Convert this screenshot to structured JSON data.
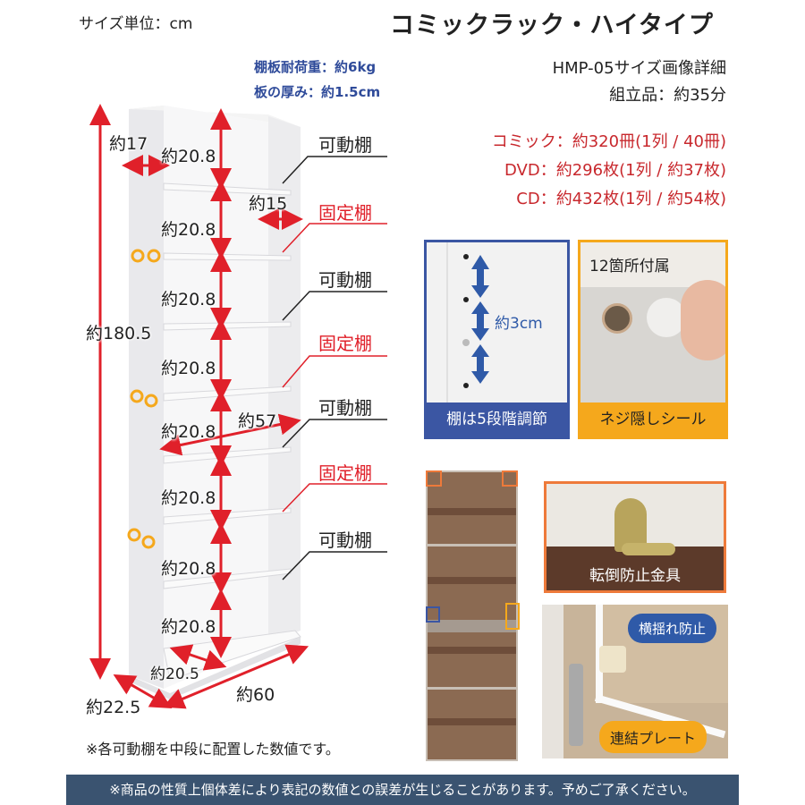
{
  "header": {
    "unit_label": "サイズ単位：cm",
    "title": "コミックラック・ハイタイプ",
    "model_line": "HMP-05サイズ画像詳細",
    "assembly": "組立品：約35分"
  },
  "specs": {
    "shelf_load": "棚板耐荷重：約6kg",
    "board_thickness": "板の厚み：約1.5cm"
  },
  "capacity": [
    "コミック：約320冊(1列 / 40冊)",
    "DVD：約296枚(1列 / 約37枚)",
    "CD：約432枚(1列 / 約54枚)"
  ],
  "dimensions": {
    "total_height": "約180.5",
    "inner_depth_top": "約17",
    "shelf_gap": "約20.8",
    "side_depth": "約15",
    "inner_width": "約57",
    "inner_bottom_depth": "約20.5",
    "outer_depth": "約22.5",
    "outer_width": "約60"
  },
  "shelf_labels": [
    {
      "label": "可動棚",
      "type": "movable"
    },
    {
      "label": "固定棚",
      "type": "fixed"
    },
    {
      "label": "可動棚",
      "type": "movable"
    },
    {
      "label": "固定棚",
      "type": "fixed"
    },
    {
      "label": "可動棚",
      "type": "movable"
    },
    {
      "label": "固定棚",
      "type": "fixed"
    },
    {
      "label": "可動棚",
      "type": "movable"
    }
  ],
  "footnote": "※各可動棚を中段に配置した数値です。",
  "panels": {
    "adjust": {
      "measure": "約3cm",
      "caption": "棚は5段階調節"
    },
    "screw_cover": {
      "top_label": "12箇所付属",
      "caption": "ネジ隠しシール"
    },
    "anti_tip": {
      "caption": "転倒防止金具"
    },
    "plate": {
      "bubble_top": "横揺れ防止",
      "bubble_bottom": "連結プレート"
    }
  },
  "footer": {
    "disclaimer": "※商品の性質上個体差により表記の数値との誤差が生じることがあります。予めご了承ください。"
  },
  "colors": {
    "red": "#e0202a",
    "blue": "#3b56a3",
    "orange": "#f5a81c",
    "footer_bg": "#3a5370"
  }
}
